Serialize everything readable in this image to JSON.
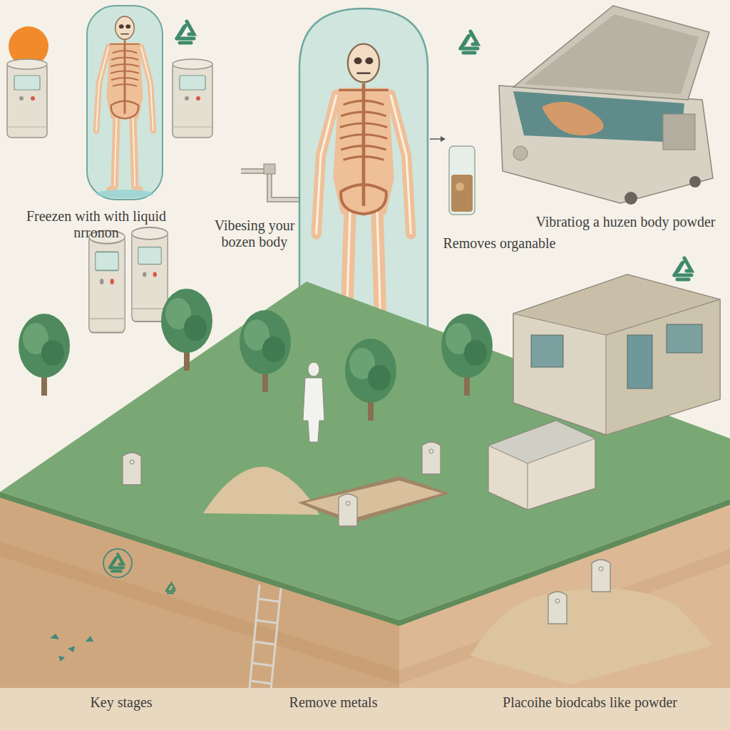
{
  "diagram": {
    "labels": [
      "Freezen with with liquid nrronon",
      "Vibesing your bozen body",
      "Removes organable",
      "Vibratiog a huzen body powder",
      "Key stages",
      "Remove metals",
      "Placoihe biodcabs like powder"
    ]
  }
}
